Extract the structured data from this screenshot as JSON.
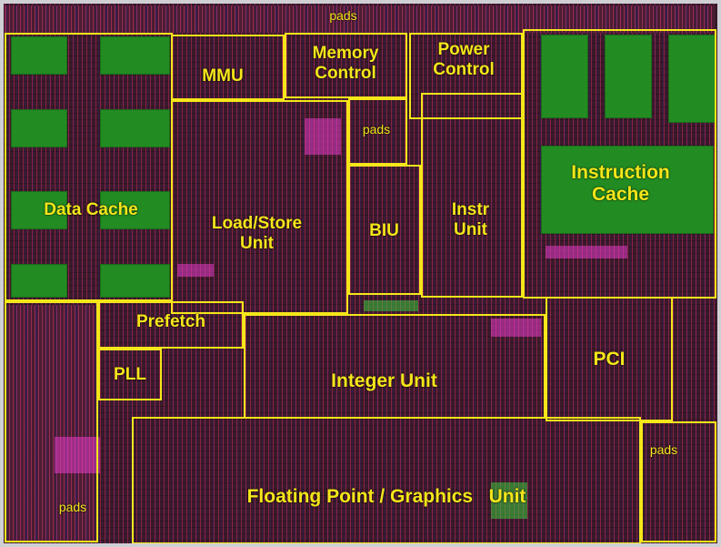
{
  "labels": {
    "pads_top": "pads",
    "pads_mid": "pads",
    "pads_right": "pads",
    "pads_left": "pads",
    "mmu": "MMU",
    "memory_control": "Memory\nControl",
    "power_control": "Power\nControl",
    "data_cache": "Data Cache",
    "load_store": "Load/Store\nUnit",
    "biu": "BIU",
    "instr_unit": "Instr\nUnit",
    "instruction_cache": "Instruction\nCache",
    "prefetch": "Prefetch",
    "pll": "PLL",
    "integer_unit": "Integer Unit",
    "pci": "PCI",
    "fpu": "Floating Point / Graphics   Unit"
  },
  "colors": {
    "outline": "#f5e61a",
    "sram": "#228b22",
    "substrate": "#4a1d33"
  }
}
